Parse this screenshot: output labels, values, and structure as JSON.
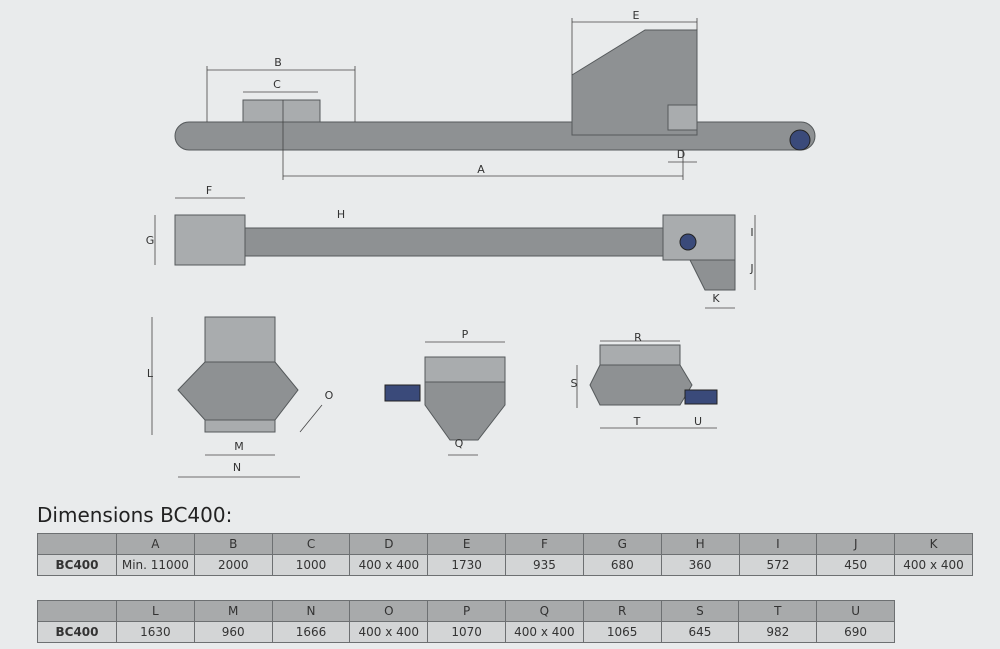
{
  "title": "Dimensions BC400:",
  "drawing_labels": {
    "A": "A",
    "B": "B",
    "C": "C",
    "D": "D",
    "E": "E",
    "F": "F",
    "G": "G",
    "H": "H",
    "I": "I",
    "J": "J",
    "K": "K",
    "L": "L",
    "M": "M",
    "N": "N",
    "O": "O",
    "P": "P",
    "Q": "Q",
    "R": "R",
    "S": "S",
    "T": "T",
    "U": "U"
  },
  "table1": {
    "headers": [
      "",
      "A",
      "B",
      "C",
      "D",
      "E",
      "F",
      "G",
      "H",
      "I",
      "J",
      "K"
    ],
    "row": [
      "BC400",
      "Min. 11000",
      "2000",
      "1000",
      "400 x 400",
      "1730",
      "935",
      "680",
      "360",
      "572",
      "450",
      "400 x 400"
    ]
  },
  "table2": {
    "headers": [
      "",
      "L",
      "M",
      "N",
      "O",
      "P",
      "Q",
      "R",
      "S",
      "T",
      "U"
    ],
    "row": [
      "BC400",
      "1630",
      "960",
      "1666",
      "400 x 400",
      "1070",
      "400 x 400",
      "1065",
      "645",
      "982",
      "690"
    ]
  }
}
